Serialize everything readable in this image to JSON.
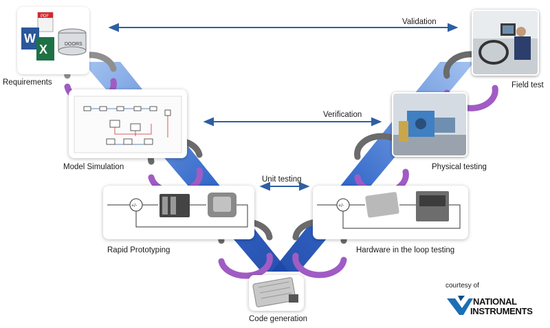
{
  "stages": {
    "requirements": "Requirements",
    "model_simulation": "Model Simulation",
    "rapid_prototyping": "Rapid Prototyping",
    "code_generation": "Code generation",
    "hil_testing": "Hardware in the loop testing",
    "physical_testing": "Physical testing",
    "field_test": "Field test"
  },
  "links": {
    "validation": "Validation",
    "verification": "Verification",
    "unit_testing": "Unit testing"
  },
  "requirements_icons": {
    "pdf_text": "PDF",
    "doors_text": "DOORS"
  },
  "block_diagram": {
    "sum_label": "+/-"
  },
  "credit": {
    "courtesy": "courtesy of",
    "brand_line1": "NATIONAL",
    "brand_line2": "INSTRUMENTS"
  },
  "colors": {
    "v_blue": "#2255b8",
    "arrow_blue": "#2e5fa3",
    "cycle_purple": "#a05cc4",
    "cycle_gray": "#6b6b6b",
    "ni_blue": "#1a6fb5"
  }
}
